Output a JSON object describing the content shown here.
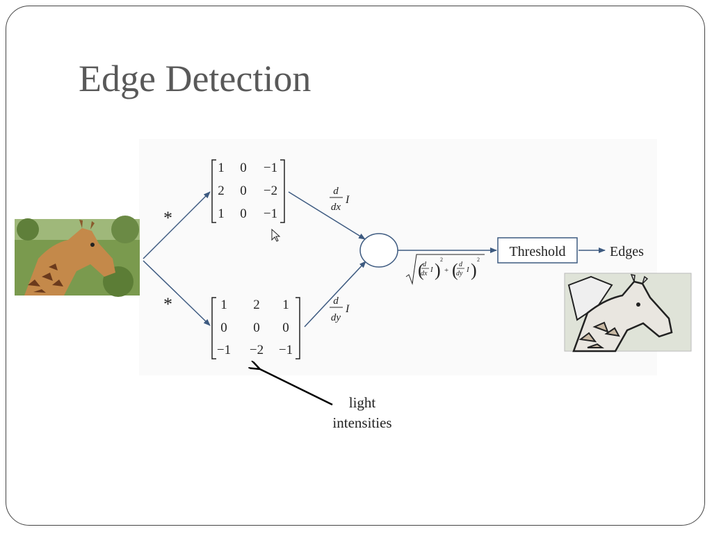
{
  "slide": {
    "title": "Edge Detection"
  },
  "diagram": {
    "operator": "*",
    "kernel_x": [
      [
        "1",
        "0",
        "−1"
      ],
      [
        "2",
        "0",
        "−2"
      ],
      [
        "1",
        "0",
        "−1"
      ]
    ],
    "kernel_y": [
      [
        "1",
        "2",
        "1"
      ],
      [
        "0",
        "0",
        "0"
      ],
      [
        "−1",
        "−2",
        "−1"
      ]
    ],
    "derivative_x": {
      "num": "d",
      "den": "dx",
      "var": "I"
    },
    "derivative_y": {
      "num": "d",
      "den": "dy",
      "var": "I"
    },
    "magnitude": {
      "d": "d",
      "dx": "dx",
      "dy": "dy",
      "var": "I",
      "exp": "2",
      "plus": "+"
    },
    "threshold_label": "Threshold",
    "edges_label": "Edges",
    "annotation": {
      "line1": "light",
      "line2": "intensities"
    }
  },
  "colors": {
    "arrow": "#3d5a80",
    "title": "#595959",
    "frame": "#444444"
  }
}
